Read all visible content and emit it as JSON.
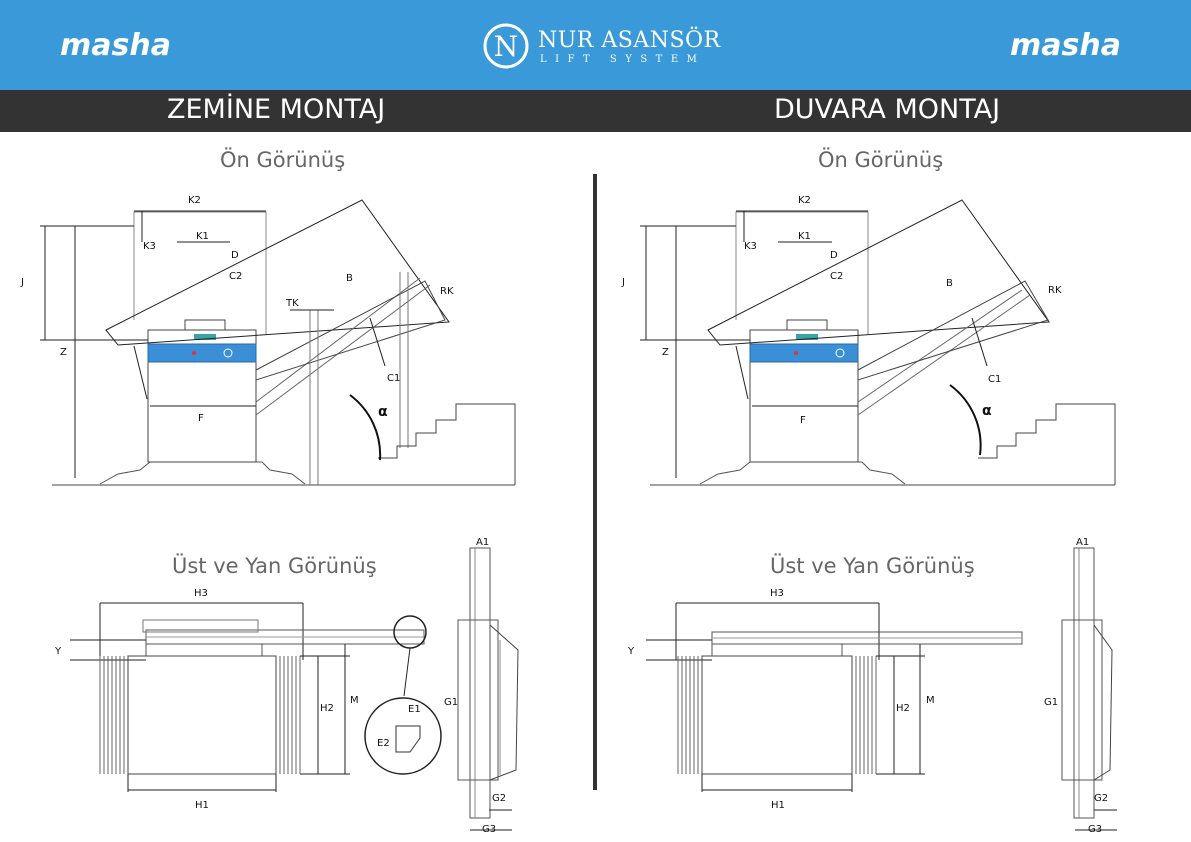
{
  "colors": {
    "header_bg": "#3a9ad9",
    "band_bg": "#333333",
    "line": "#222222",
    "panel_blue": "#3b8fd6"
  },
  "brand": {
    "left": "masha",
    "right": "masha"
  },
  "logo": {
    "name": "NUR ASANSÖR",
    "sub": "LIFT SYSTEM",
    "letter": "N",
    "icon": "nur-asansor-logo"
  },
  "sections": {
    "left": "ZEMİNE MONTAJ",
    "right": "DUVARA MONTAJ"
  },
  "views": {
    "left_front": "Ön Görünüş",
    "right_front": "Ön Görünüş",
    "left_top": "Üst  ve Yan Görünüş",
    "right_top": "Üst  ve Yan Görünüş"
  },
  "front_labels": {
    "k2": "K2",
    "k1": "K1",
    "k3": "K3",
    "d": "D",
    "j": "J",
    "c2": "C2",
    "z": "Z",
    "b": "B",
    "rk": "RK",
    "tk": "TK",
    "c1": "C1",
    "f": "F",
    "alpha": "α"
  },
  "top_labels": {
    "h3": "H3",
    "y": "Y",
    "h2": "H2",
    "m": "M",
    "h1": "H1",
    "a1": "A1",
    "g1": "G1",
    "g2": "G2",
    "g3": "G3",
    "e1": "E1",
    "e2": "E2"
  }
}
